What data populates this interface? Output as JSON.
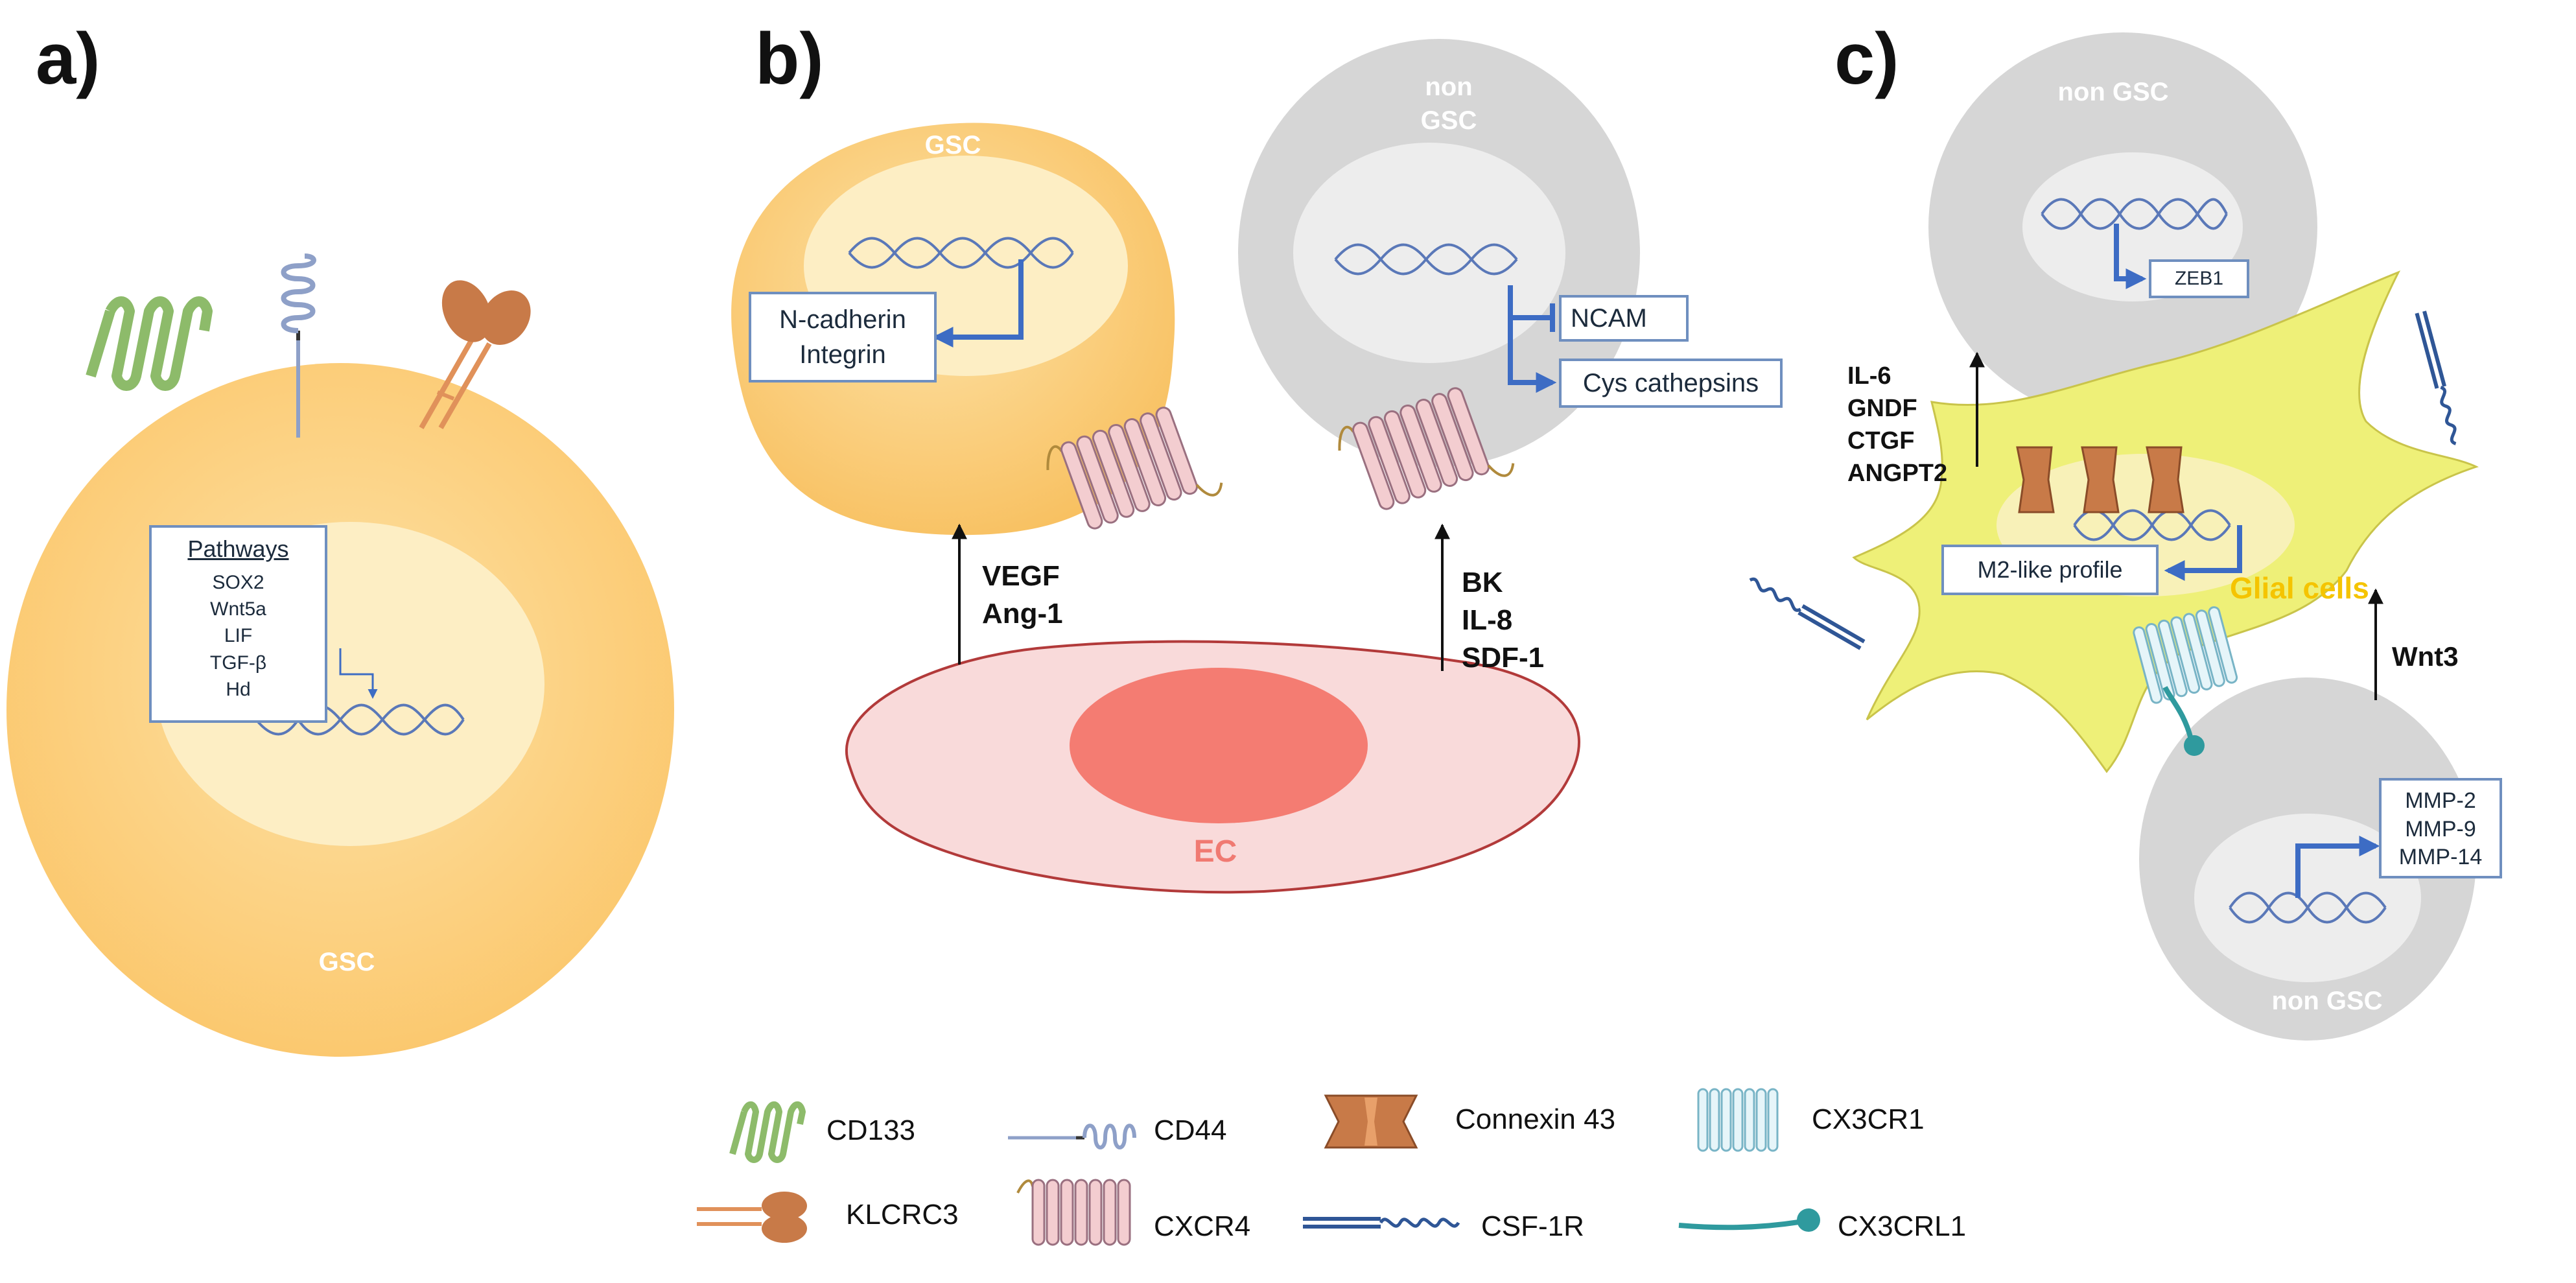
{
  "panels": {
    "a": {
      "label": "a)",
      "cell_label": "GSC",
      "pathways_title": "Pathways",
      "pathways": [
        "SOX2",
        "Wnt5a",
        "LIF",
        "TGF-β",
        "Hd"
      ]
    },
    "b": {
      "label": "b)",
      "gsc_label": "GSC",
      "gsc_box_lines": [
        "N-cadherin",
        "Integrin"
      ],
      "nongsc_label_lines": [
        "non",
        "GSC"
      ],
      "ncam_label": "NCAM",
      "cys_label": "Cys cathepsins",
      "factors_left": [
        "VEGF",
        "Ang-1"
      ],
      "factors_right": [
        "BK",
        "IL-8",
        "SDF-1"
      ],
      "ec_label": "EC"
    },
    "c": {
      "label": "c)",
      "top_cell_label": "non GSC",
      "zeb1_label": "ZEB1",
      "factors_up": [
        "IL-6",
        "GNDF",
        "CTGF",
        "ANGPT2"
      ],
      "m2_label": "M2-like profile",
      "glial_label": "Glial cells",
      "wnt3_label": "Wnt3",
      "mmp_lines": [
        "MMP-2",
        "MMP-9",
        "MMP-14"
      ],
      "bottom_cell_label": "non GSC"
    }
  },
  "legend": [
    {
      "icon": "cd133-icon",
      "label": "CD133"
    },
    {
      "icon": "cd44-icon",
      "label": "CD44"
    },
    {
      "icon": "connexin43-icon",
      "label": "Connexin 43"
    },
    {
      "icon": "cx3cr1-icon",
      "label": "CX3CR1"
    },
    {
      "icon": "klcrc3-icon",
      "label": "KLCRC3"
    },
    {
      "icon": "cxcr4-icon",
      "label": "CXCR4"
    },
    {
      "icon": "csf1r-icon",
      "label": "CSF-1R"
    },
    {
      "icon": "cx3crl1-icon",
      "label": "CX3CRL1"
    }
  ],
  "colors": {
    "gsc_outer": "#fbd48a",
    "gsc_nucleus": "#fdeec4",
    "nongsc_outer": "#d6d6d6",
    "nongsc_nucleus": "#ededed",
    "ec_body": "#f9dada",
    "ec_nucleus": "#f47c72",
    "glial": "#eef078",
    "dna": "#5a78b8",
    "arrow_blue": "#3d6cc4",
    "glial_label": "#f5c400",
    "ec_label": "#f07a72"
  }
}
